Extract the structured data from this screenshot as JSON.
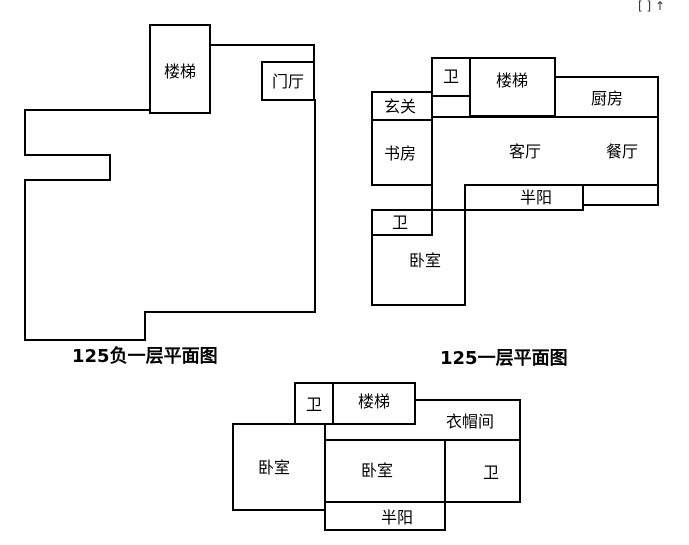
{
  "corner_mark": "[ ] ↑",
  "plans": {
    "basement": {
      "caption": "125负一层平面图",
      "rooms": {
        "stairs": "楼梯",
        "foyer": "门厅"
      }
    },
    "first_floor": {
      "caption": "125一层平面图",
      "rooms": {
        "bath": "卫",
        "stairs": "楼梯",
        "kitchen": "厨房",
        "entrance": "玄关",
        "study": "书房",
        "living": "客厅",
        "dining": "餐厅",
        "half_balcony": "半阳",
        "bath_2": "卫",
        "bedroom": "卧室"
      }
    },
    "second_floor": {
      "rooms": {
        "bath": "卫",
        "stairs": "楼梯",
        "cloakroom": "衣帽间",
        "bedroom_left": "卧室",
        "bedroom_center": "卧室",
        "bath_right": "卫",
        "half_balcony": "半阳"
      }
    }
  }
}
